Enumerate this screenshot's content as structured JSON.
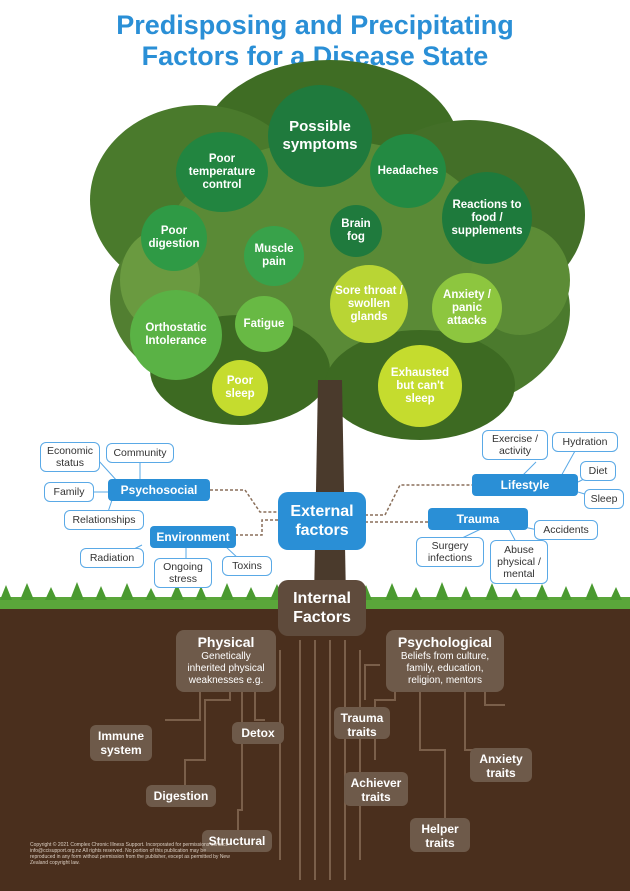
{
  "title": {
    "line1": "Predisposing and Precipitating",
    "line2": "Factors for a Disease State"
  },
  "colors": {
    "title": "#2a8fd6",
    "dark_green": "#1f7a3d",
    "mid_green": "#3c9a3e",
    "light_green": "#8dc63f",
    "yellow_green": "#b9d534",
    "blue": "#2a8fd6",
    "brown": "#6e5a4a",
    "soil": "#4a2f1d"
  },
  "symptoms": {
    "possible_symptoms": "Possible symptoms",
    "poor_temperature_control": "Poor temperature control",
    "headaches": "Headaches",
    "reactions": "Reactions to food / supplements",
    "poor_digestion": "Poor digestion",
    "muscle_pain": "Muscle pain",
    "brain_fog": "Brain fog",
    "sore_throat": "Sore throat / swollen glands",
    "anxiety": "Anxiety / panic attacks",
    "orthostatic": "Orthostatic Intolerance",
    "fatigue": "Fatigue",
    "exhausted": "Exhausted but can't sleep",
    "poor_sleep": "Poor sleep"
  },
  "external": {
    "label": "External factors",
    "psychosocial": {
      "label": "Psychosocial",
      "items": [
        "Economic status",
        "Community",
        "Family",
        "Relationships"
      ]
    },
    "environment": {
      "label": "Environment",
      "items": [
        "Radiation",
        "Ongoing stress",
        "Toxins"
      ]
    },
    "lifestyle": {
      "label": "Lifestyle",
      "items": [
        "Exercise / activity",
        "Hydration",
        "Diet",
        "Sleep"
      ]
    },
    "trauma": {
      "label": "Trauma",
      "items": [
        "Accidents",
        "Surgery infections",
        "Abuse physical / mental"
      ]
    }
  },
  "internal": {
    "label": "Internal Factors",
    "physical": {
      "label": "Physical",
      "desc": "Genetically inherited physical weaknesses e.g.",
      "items": [
        "Immune system",
        "Detox",
        "Digestion",
        "Structural"
      ]
    },
    "psychological": {
      "label": "Psychological",
      "desc": "Beliefs from culture, family, education, religion, mentors",
      "items": [
        "Trauma traits",
        "Achiever traits",
        "Anxiety traits",
        "Helper traits"
      ]
    }
  },
  "copyright": "Copyright © 2021 Complex Chronic Illness Support. Incorporated for permissions contact: info@ccisupport.org.nz All rights reserved. No portion of this publication may be reproduced in any form without permission from the publisher, except as permitted by New Zealand copyright law."
}
